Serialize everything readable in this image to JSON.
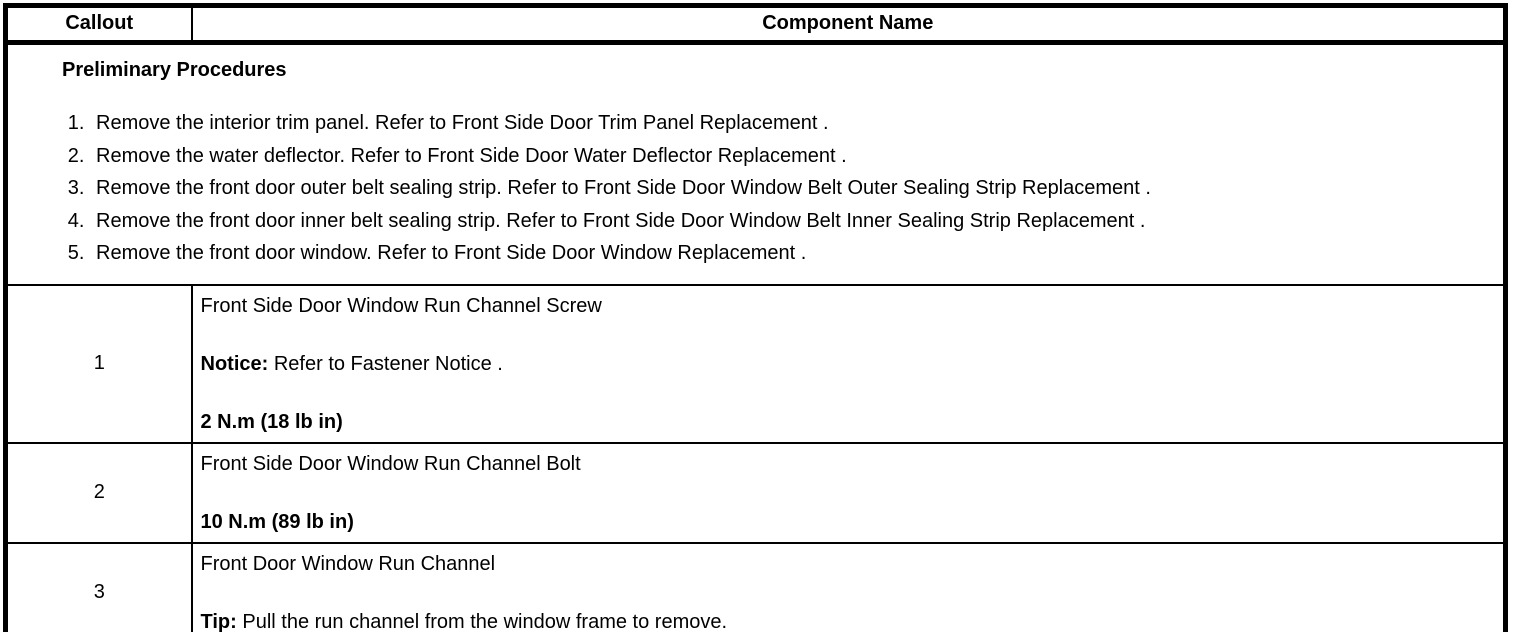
{
  "colors": {
    "background": "#ffffff",
    "text": "#000000",
    "border": "#000000"
  },
  "table": {
    "header": {
      "callout": "Callout",
      "component": "Component Name"
    },
    "preliminary": {
      "title": "Preliminary Procedures",
      "steps": [
        "Remove the interior trim panel. Refer to Front Side Door Trim Panel Replacement .",
        "Remove the water deflector. Refer to Front Side Door Water Deflector Replacement .",
        "Remove the front door outer belt sealing strip. Refer to Front Side Door Window Belt Outer Sealing Strip Replacement .",
        "Remove the front door inner belt sealing strip. Refer to Front Side Door Window Belt Inner Sealing Strip Replacement .",
        "Remove the front door window. Refer to Front Side Door Window Replacement ."
      ]
    },
    "rows": [
      {
        "callout": "1",
        "name": "Front Side Door Window Run Channel Screw",
        "notice_label": "Notice:",
        "notice_text": " Refer to Fastener Notice .",
        "torque": "2 N.m (18 lb in)"
      },
      {
        "callout": "2",
        "name": "Front Side Door Window Run Channel Bolt",
        "torque": "10 N.m (89 lb in)"
      },
      {
        "callout": "3",
        "name": "Front Door Window Run Channel",
        "tip_label": "Tip:",
        "tip_text": " Pull the run channel from the window frame to remove."
      }
    ]
  }
}
